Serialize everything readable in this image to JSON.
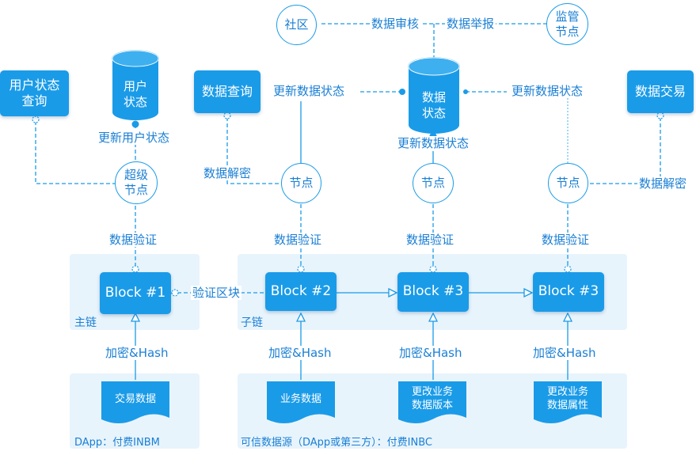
{
  "panels": {
    "main_chain_label": "主链",
    "sub_chain_label": "子链",
    "dapp_source_label": "DApp：付费INBM",
    "trusted_source_label": "可信数据源（DApp或第三方）：付费INBC"
  },
  "boxes": {
    "user_status_query": "用户状态\n查询",
    "data_query": "数据查询",
    "data_trade": "数据交易"
  },
  "databases": {
    "user_status": "用户\n状态",
    "data_status": "数据\n状态"
  },
  "circles": {
    "community": "社区",
    "supervision": "监管\n节点",
    "super_node": "超级\n节点",
    "node_1": "节点",
    "node_2": "节点",
    "node_3": "节点"
  },
  "blocks": {
    "block_1": "Block #1",
    "block_2": "Block #2",
    "block_3a": "Block #3",
    "block_3b": "Block #3"
  },
  "documents": {
    "trade_data": "交易数据",
    "business_data": "业务数据",
    "change_version": "更改业务\n数据版本",
    "change_attr": "更改业务\n数据属性"
  },
  "labels": {
    "data_review": "数据审核",
    "data_report": "数据举报",
    "update_data_status_left": "更新数据状态",
    "update_data_status_right": "更新数据状态",
    "update_user_status": "更新用户状态",
    "update_data_status_below": "更新数据状态",
    "data_decrypt_left": "数据解密",
    "data_decrypt_right": "数据解密",
    "verify_1": "数据验证",
    "verify_2": "数据验证",
    "verify_3": "数据验证",
    "verify_4": "数据验证",
    "verify_block": "验证区块",
    "hash_1": "加密&Hash",
    "hash_2": "加密&Hash",
    "hash_3": "加密&Hash",
    "hash_4": "加密&Hash"
  },
  "colors": {
    "primary": "#1a9be8",
    "text": "#1a7fd4",
    "panel": "#e8f4fc"
  }
}
